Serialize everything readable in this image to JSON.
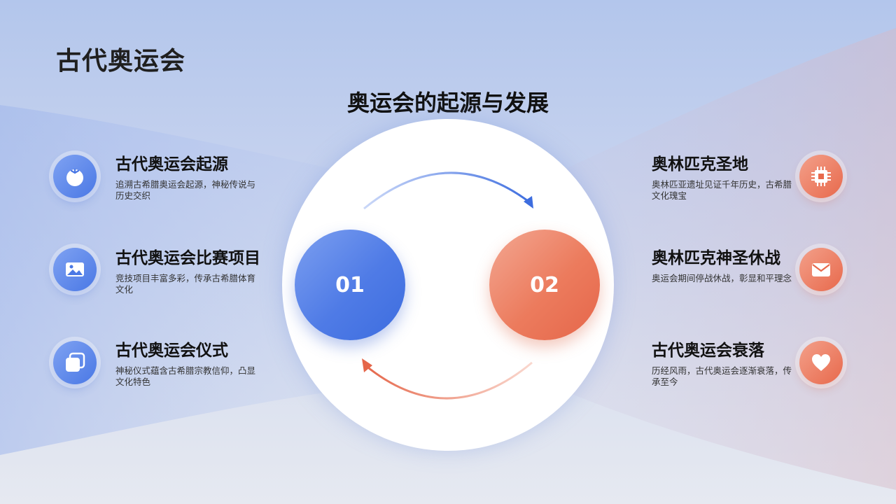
{
  "slide": {
    "title": "古代奥运会",
    "diagram_title": "奥运会的起源与发展"
  },
  "nodes": [
    {
      "label": "01",
      "color": "#4f7be6"
    },
    {
      "label": "02",
      "color": "#ec7b5d"
    }
  ],
  "left_items": [
    {
      "icon": "tomato-icon",
      "heading": "古代奥运会起源",
      "desc": "追溯古希腊奥运会起源，神秘传说与历史交织"
    },
    {
      "icon": "image-icon",
      "heading": "古代奥运会比赛项目",
      "desc": "竞技项目丰富多彩，传承古希腊体育文化"
    },
    {
      "icon": "copy-icon",
      "heading": "古代奥运会仪式",
      "desc": "神秘仪式蕴含古希腊宗教信仰，凸显文化特色"
    }
  ],
  "right_items": [
    {
      "icon": "chip-icon",
      "heading": "奥林匹克圣地",
      "desc": "奥林匹亚遗址见证千年历史，古希腊文化瑰宝"
    },
    {
      "icon": "envelope-icon",
      "heading": "奥林匹克神圣休战",
      "desc": "奥运会期间停战休战，彰显和平理念"
    },
    {
      "icon": "heart-icon",
      "heading": "古代奥运会衰落",
      "desc": "历经风雨，古代奥运会逐渐衰落，传承至今"
    }
  ],
  "colors": {
    "blue_accent": "#4f7be6",
    "red_accent": "#ec7b5d"
  }
}
